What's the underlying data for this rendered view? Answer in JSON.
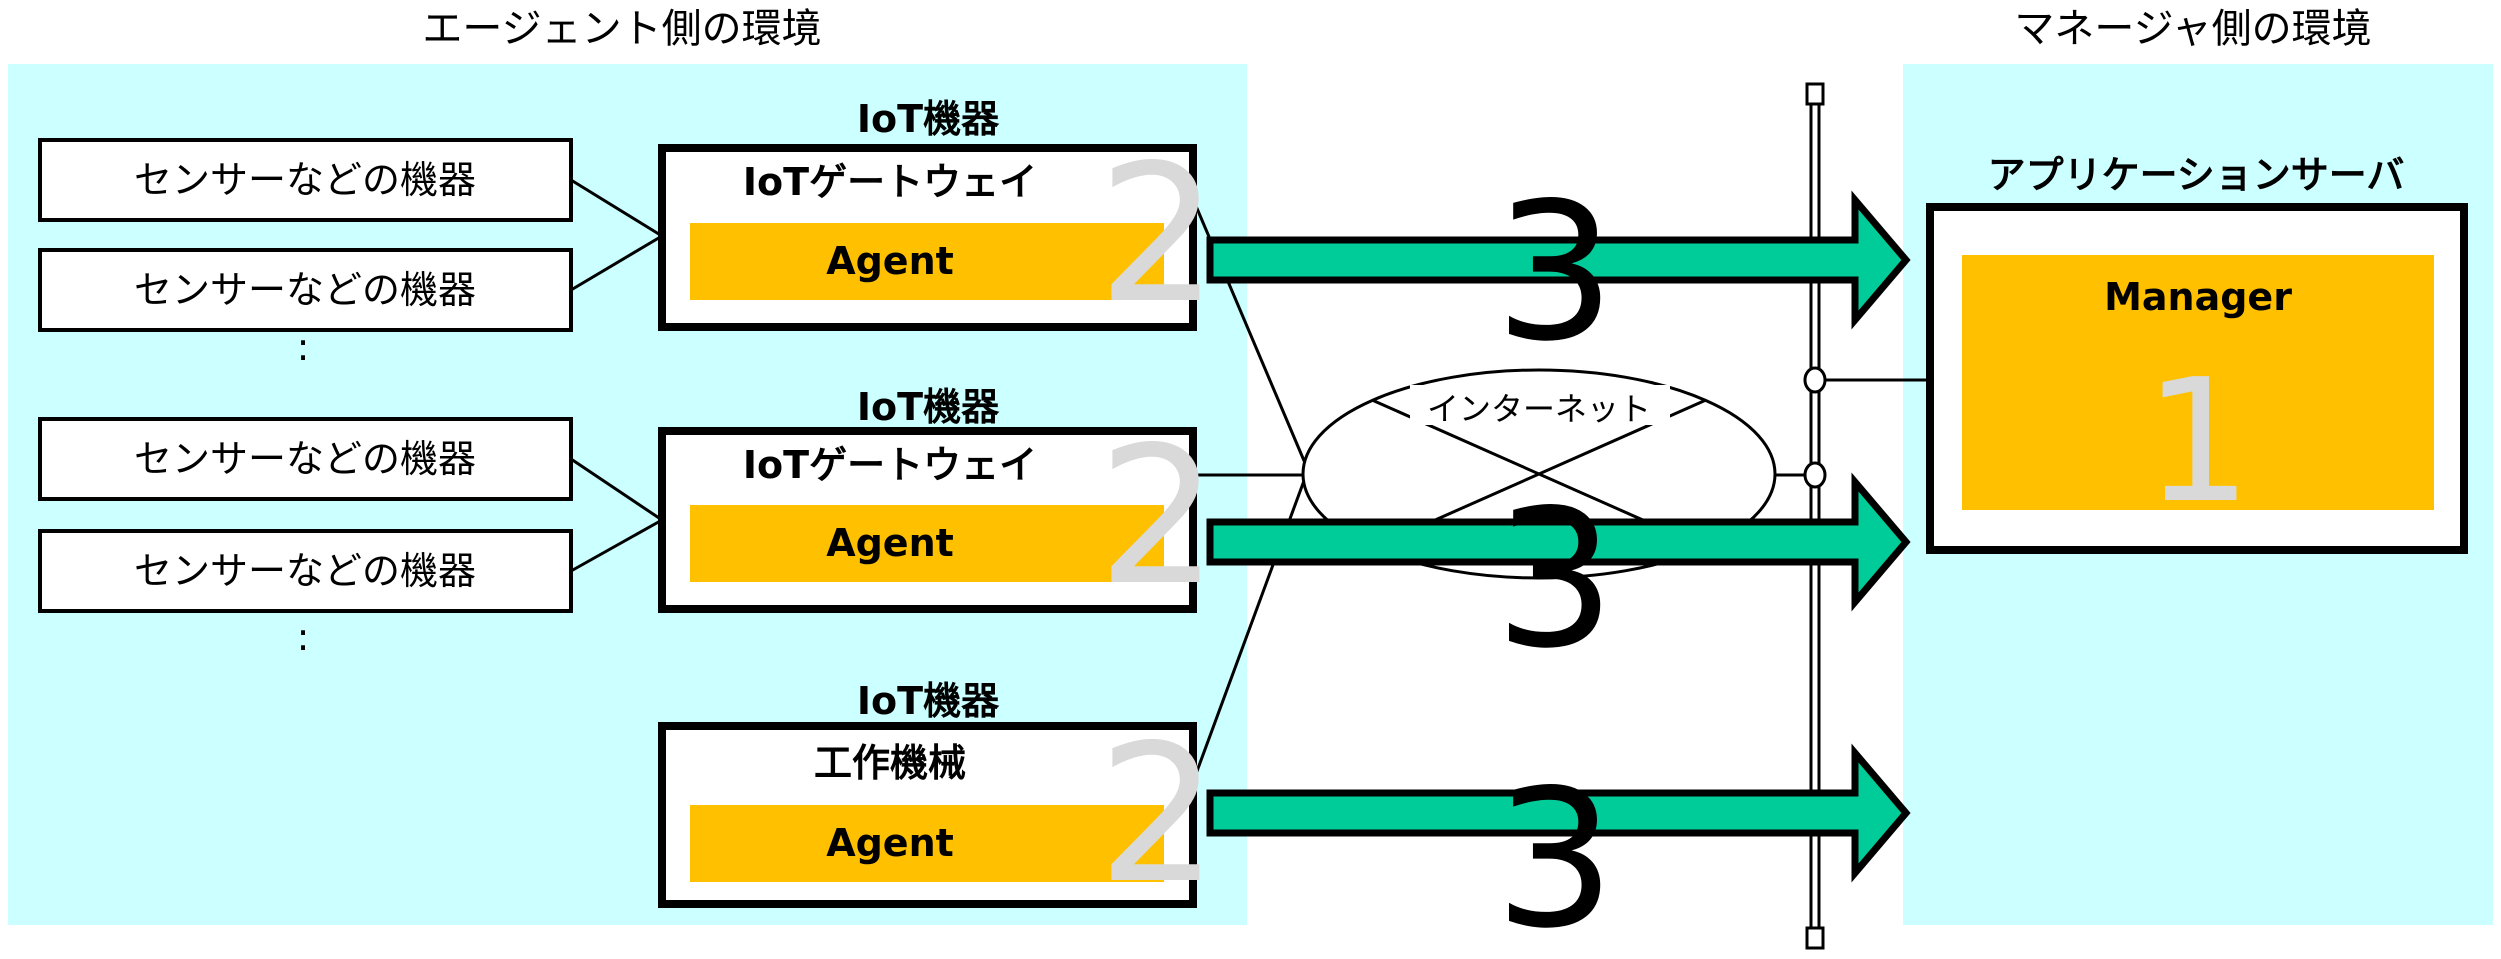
{
  "agent_env_title": "エージェント側の環境",
  "manager_env_title": "マネージャ側の環境",
  "sensor_label": "センサーなどの機器",
  "ellipsis": ":",
  "iot_devices": [
    {
      "category": "IoT機器",
      "name": "IoTゲートウェイ",
      "agent": "Agent",
      "step": "2"
    },
    {
      "category": "IoT機器",
      "name": "IoTゲートウェイ",
      "agent": "Agent",
      "step": "2"
    },
    {
      "category": "IoT機器",
      "name": "工作機械",
      "agent": "Agent",
      "step": "2"
    }
  ],
  "internet_label": "インターネット",
  "arrow_step": "3",
  "server": {
    "title": "アプリケーションサーバ",
    "manager": "Manager",
    "step": "1"
  },
  "colors": {
    "env_bg": "#ccffff",
    "agent": "#ffc000",
    "arrow": "#00cc99",
    "step_number": "#d9d9d9"
  }
}
